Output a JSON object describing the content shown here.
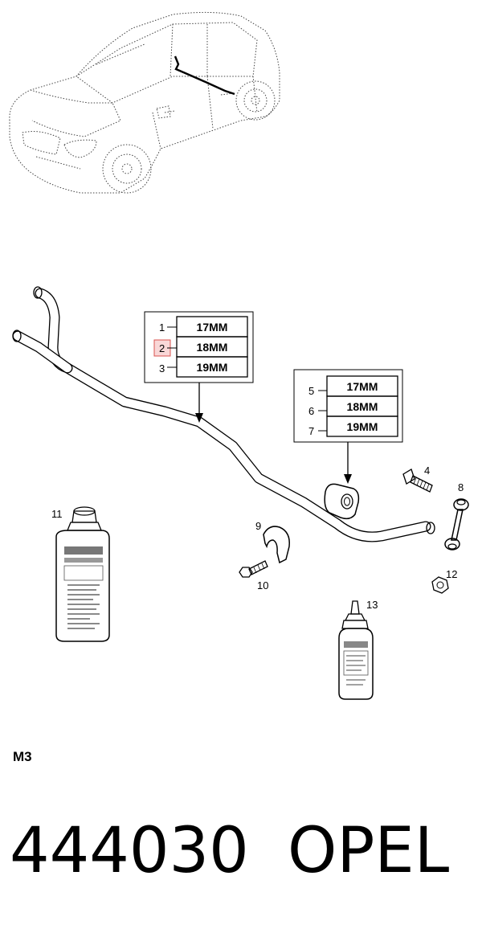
{
  "group_a": {
    "rows": [
      {
        "num": "1",
        "size": "17MM",
        "highlight": false
      },
      {
        "num": "2",
        "size": "18MM",
        "highlight": true
      },
      {
        "num": "3",
        "size": "19MM",
        "highlight": false
      }
    ]
  },
  "group_b": {
    "rows": [
      {
        "num": "5",
        "size": "17MM"
      },
      {
        "num": "6",
        "size": "18MM"
      },
      {
        "num": "7",
        "size": "19MM"
      }
    ]
  },
  "callouts": {
    "c4": "4",
    "c8": "8",
    "c9": "9",
    "c10": "10",
    "c11": "11",
    "c12": "12",
    "c13": "13"
  },
  "section_code": "M3",
  "footer": {
    "part_number": "444030",
    "brand": "OPEL"
  },
  "colors": {
    "highlight_fill": "#f9d7d7",
    "highlight_stroke": "#d9534f"
  }
}
